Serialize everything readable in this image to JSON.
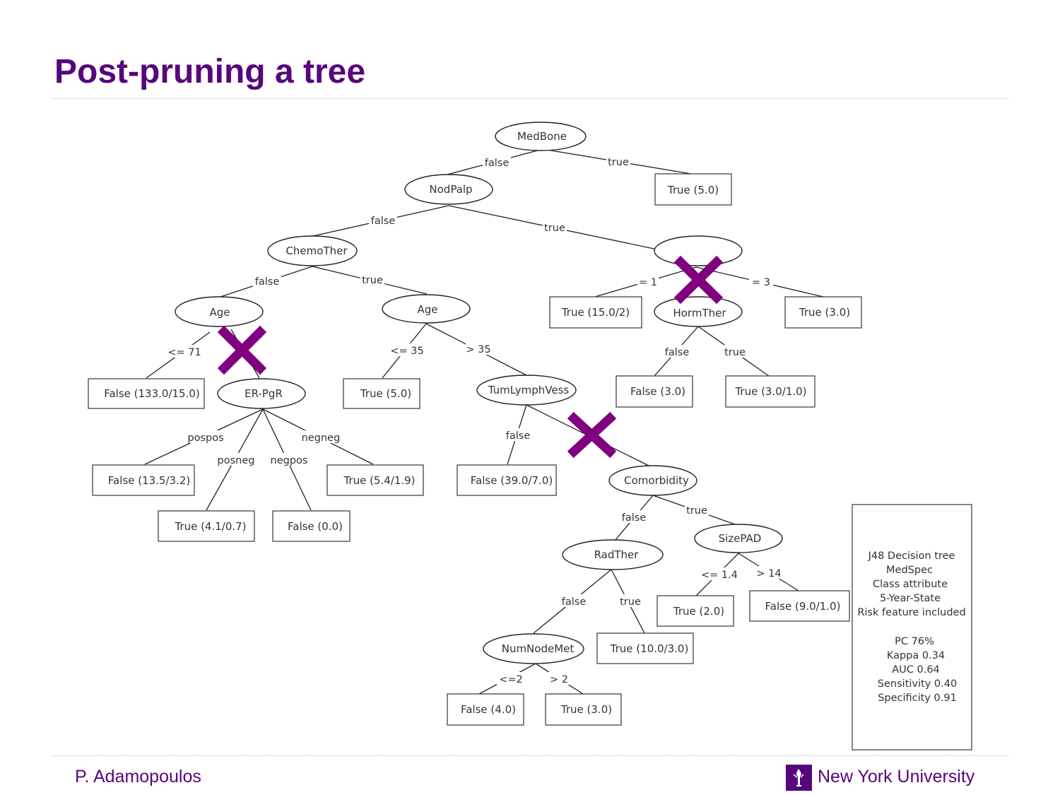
{
  "slide": {
    "title": "Post-pruning a tree",
    "author": "P. Adamopoulos",
    "institution": "New York University",
    "logo": "nyu-torch-logo",
    "accent_color": "#57067c",
    "prune_mark_color": "#800080"
  },
  "tree": {
    "nodes": {
      "medbone": "MedBone",
      "nodpalp": "NodPalp",
      "true_5_0_a": "True (5.0)",
      "chemother": "ChemoTher",
      "age_left": "Age",
      "age_right": "Age",
      "false_133": "False (133.0/15.0)",
      "erpgr": "ER-PgR",
      "false_13_5": "False (13.5/3.2)",
      "true_4_1": "True (4.1/0.7)",
      "false_0_0": "False (0.0)",
      "true_5_4": "True (5.4/1.9)",
      "true_5_0_b": "True (5.0)",
      "tumlymph": "TumLymphVess",
      "false_39": "False (39.0/7.0)",
      "comorbidity": "Comorbidity",
      "radther": "RadTher",
      "sizepad": "SizePAD",
      "true_2_0": "True (2.0)",
      "false_9_0": "False (9.0/1.0)",
      "true_10_0": "True (10.0/3.0)",
      "numnodemet": "NumNodeMet",
      "false_4_0": "False (4.0)",
      "true_3_0_b": "True (3.0)",
      "grade_hidden": "",
      "true_15_0": "True (15.0/2)",
      "hormther": "HormTher",
      "true_3_0_a": "True (3.0)",
      "false_3_0": "False (3.0)",
      "true_3_0_1": "True (3.0/1.0)"
    },
    "edges": {
      "medbone_false": "false",
      "medbone_true": "true",
      "nodpalp_false": "false",
      "nodpalp_true": "true",
      "chemo_false": "false",
      "chemo_true": "true",
      "ageleft_le71": "<= 71",
      "ageright_le35": "<= 35",
      "ageright_gt35": "> 35",
      "er_pospos": "pospos",
      "er_posneg": "posneg",
      "er_negpos": "negpos",
      "er_negneg": "negneg",
      "tum_false": "false",
      "com_false": "false",
      "com_true": "true",
      "rad_false": "false",
      "rad_true": "true",
      "size_le14": "<= 1.4",
      "size_gt14": "> 14",
      "num_le2": "<=2",
      "num_gt2": "> 2",
      "grade_eq1": "= 1",
      "grade_eq3": "= 3",
      "horm_false": "false",
      "horm_true": "true"
    },
    "info_box": [
      "J48 Decision tree",
      "MedSpec",
      "Class attribute",
      "5-Year-State",
      "Risk feature included",
      "PC 76%",
      "Kappa 0.34",
      "AUC 0.64",
      "Sensitivity 0.40",
      "Specificity 0.91"
    ],
    "pruned_subtrees": [
      "Age (left) subtree",
      "Grade subtree",
      "TumLymphVess true branch"
    ]
  }
}
